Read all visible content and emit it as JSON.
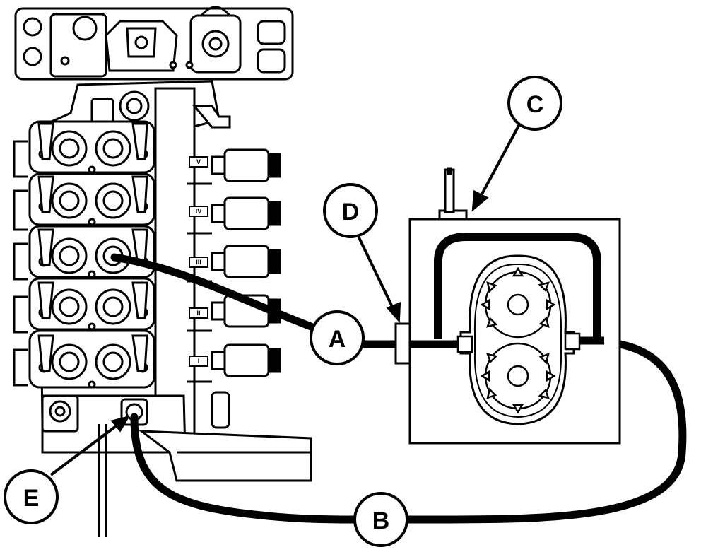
{
  "diagram": {
    "callouts": [
      {
        "id": "A",
        "label": "A"
      },
      {
        "id": "B",
        "label": "B"
      },
      {
        "id": "C",
        "label": "C"
      },
      {
        "id": "D",
        "label": "D"
      },
      {
        "id": "E",
        "label": "E"
      }
    ],
    "section_marks": [
      "V",
      "IV",
      "III",
      "II",
      "I"
    ],
    "colors": {
      "ink": "#000000",
      "paper": "#ffffff"
    }
  }
}
